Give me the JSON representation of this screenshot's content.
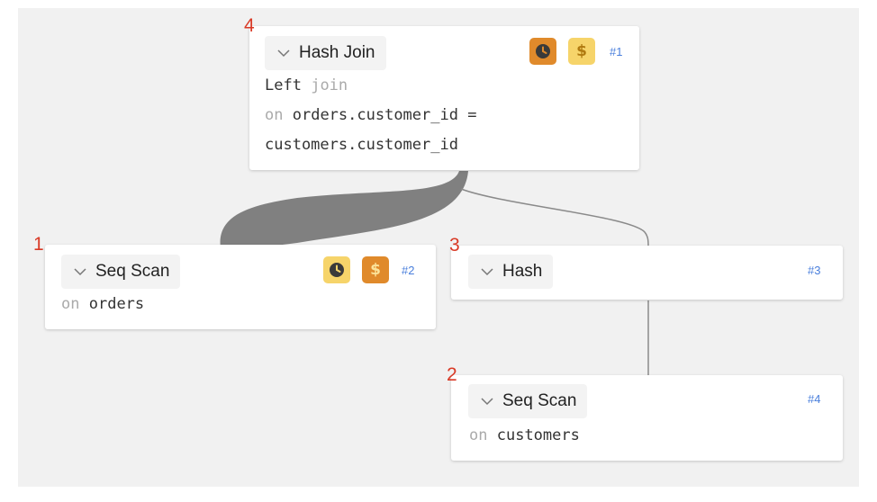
{
  "nodes": {
    "hash_join": {
      "operation": "Hash Join",
      "index": "#1",
      "line1_value": "Left",
      "line1_keyword": "join",
      "line2_keyword": "on",
      "line2_value": "orders.customer_id =",
      "line3_value": "customers.customer_id",
      "badges": [
        "clock-icon",
        "dollar-icon"
      ],
      "badge_colors": {
        "time": "#e08a2b",
        "cost": "#f6d46a"
      },
      "annotation": "4"
    },
    "seq_scan_orders": {
      "operation": "Seq Scan",
      "index": "#2",
      "detail_keyword": "on",
      "detail_value": "orders",
      "badges": [
        "clock-icon",
        "dollar-icon"
      ],
      "badge_colors": {
        "time": "#f6d46a",
        "cost": "#e08a2b"
      },
      "annotation": "1"
    },
    "hash": {
      "operation": "Hash",
      "index": "#3",
      "annotation": "3"
    },
    "seq_scan_customers": {
      "operation": "Seq Scan",
      "index": "#4",
      "detail_keyword": "on",
      "detail_value": "customers",
      "annotation": "2"
    }
  },
  "badge_symbols": {
    "cost": "$"
  },
  "colors": {
    "edge_thick": "#808080",
    "edge_thin": "#8a8a8a",
    "canvas": "#f1f1f1",
    "index": "#4a7fdc",
    "annotation": "#d93a26"
  }
}
